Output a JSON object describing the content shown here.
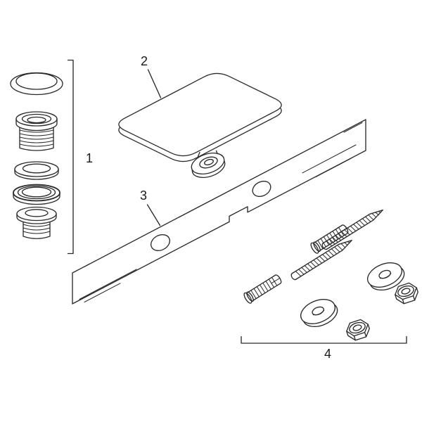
{
  "diagram": {
    "background_color": "#ffffff",
    "line_color": "#2b2b2b",
    "label_color": "#1a1a1a",
    "callouts": {
      "part1": {
        "label": "1"
      },
      "part2": {
        "label": "2"
      },
      "part3": {
        "label": "3"
      },
      "part4": {
        "label": "4"
      }
    }
  }
}
